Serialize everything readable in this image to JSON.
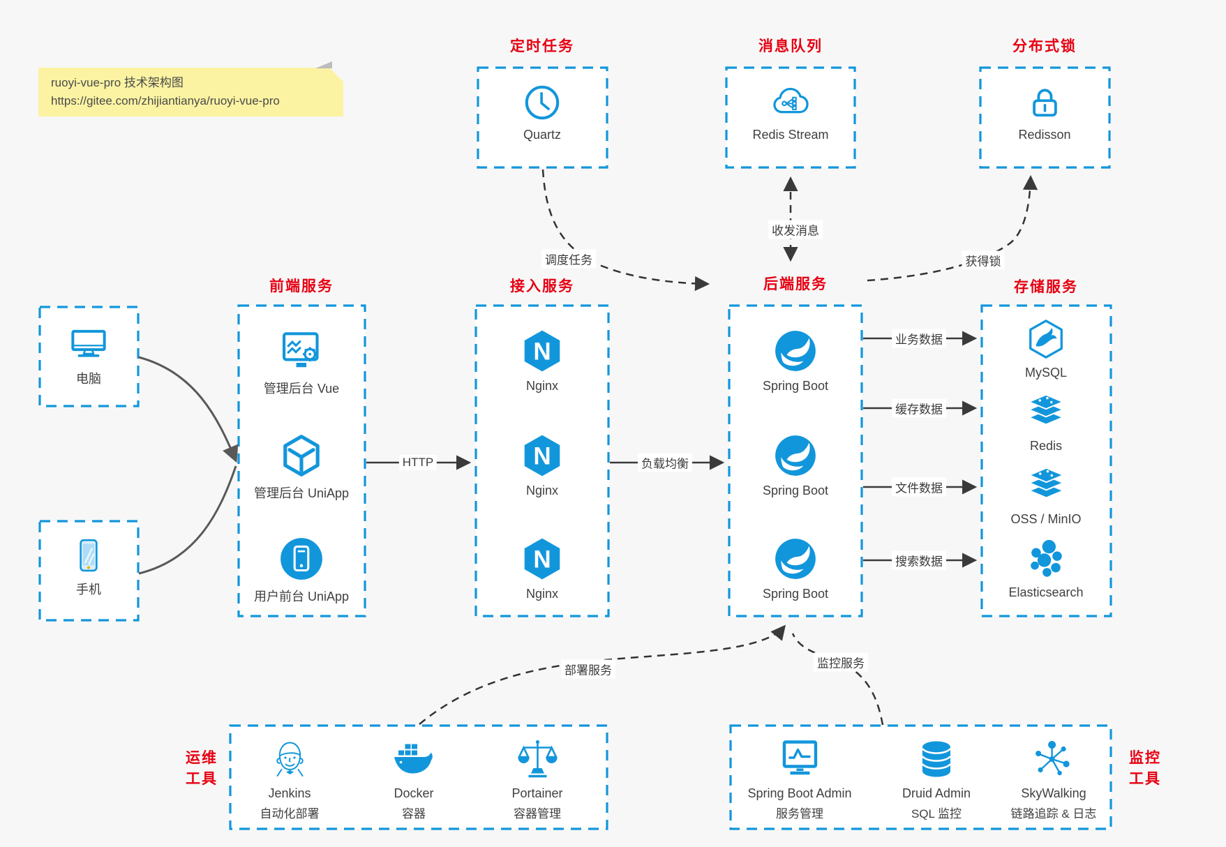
{
  "note": {
    "line1": "ruoyi-vue-pro 技术架构图",
    "line2": "https://gitee.com/zhijiantianya/ruoyi-vue-pro"
  },
  "colors": {
    "blue": "#1296db",
    "red": "#e60012",
    "ink": "#3a3a3a",
    "bg": "#f7f7f7",
    "note-bg": "#fbf3a2"
  },
  "top_groups": [
    {
      "title": "定时任务",
      "item": {
        "icon": "clock-icon",
        "label": "Quartz"
      }
    },
    {
      "title": "消息队列",
      "item": {
        "icon": "cloud-stream-icon",
        "label": "Redis Stream"
      }
    },
    {
      "title": "分布式锁",
      "item": {
        "icon": "lock-icon",
        "label": "Redisson"
      }
    }
  ],
  "clients": [
    {
      "icon": "desktop-icon",
      "label": "电脑"
    },
    {
      "icon": "mobile-icon",
      "label": "手机"
    }
  ],
  "columns": [
    {
      "title": "前端服务",
      "items": [
        {
          "icon": "admin-vue-icon",
          "label": "管理后台 Vue"
        },
        {
          "icon": "cube-icon",
          "label": "管理后台 UniApp"
        },
        {
          "icon": "phone-circle-icon",
          "label": "用户前台 UniApp"
        }
      ]
    },
    {
      "title": "接入服务",
      "items": [
        {
          "icon": "nginx-icon",
          "label": "Nginx"
        },
        {
          "icon": "nginx-icon",
          "label": "Nginx"
        },
        {
          "icon": "nginx-icon",
          "label": "Nginx"
        }
      ]
    },
    {
      "title": "后端服务",
      "items": [
        {
          "icon": "spring-boot-icon",
          "label": "Spring Boot"
        },
        {
          "icon": "spring-boot-icon",
          "label": "Spring Boot"
        },
        {
          "icon": "spring-boot-icon",
          "label": "Spring Boot"
        }
      ]
    },
    {
      "title": "存储服务",
      "items": [
        {
          "icon": "mysql-icon",
          "label": "MySQL"
        },
        {
          "icon": "redis-icon",
          "label": "Redis"
        },
        {
          "icon": "storage-stack-icon",
          "label": "OSS / MinIO"
        },
        {
          "icon": "elasticsearch-icon",
          "label": "Elasticsearch"
        }
      ]
    }
  ],
  "edges": {
    "http": "HTTP",
    "load_balance": "负载均衡",
    "business_data": "业务数据",
    "cache_data": "缓存数据",
    "file_data": "文件数据",
    "search_data": "搜索数据",
    "schedule_task": "调度任务",
    "send_receive_message": "收发消息",
    "acquire_lock": "获得锁",
    "deploy_service": "部署服务",
    "monitor_service": "监控服务"
  },
  "bottom_groups": [
    {
      "title_lines": [
        "运维",
        "工具"
      ],
      "items": [
        {
          "icon": "jenkins-icon",
          "label": "Jenkins",
          "sublabel": "自动化部署"
        },
        {
          "icon": "docker-icon",
          "label": "Docker",
          "sublabel": "容器"
        },
        {
          "icon": "portainer-icon",
          "label": "Portainer",
          "sublabel": "容器管理"
        }
      ]
    },
    {
      "title_lines": [
        "监控",
        "工具"
      ],
      "items": [
        {
          "icon": "spring-boot-admin-icon",
          "label": "Spring Boot Admin",
          "sublabel": "服务管理"
        },
        {
          "icon": "druid-icon",
          "label": "Druid Admin",
          "sublabel": "SQL 监控"
        },
        {
          "icon": "skywalking-icon",
          "label": "SkyWalking",
          "sublabel": "链路追踪 & 日志"
        }
      ]
    }
  ]
}
